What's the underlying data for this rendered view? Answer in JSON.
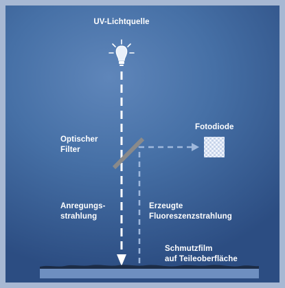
{
  "labels": {
    "light_source": "UV-Lichtquelle",
    "photodiode": "Fotodiode",
    "optical_filter_line1": "Optischer",
    "optical_filter_line2": "Filter",
    "excitation_line1": "Anregungs-",
    "excitation_line2": "strahlung",
    "fluorescence_line1": "Erzeugte",
    "fluorescence_line2": "Fluoreszenzstrahlung",
    "film_line1": "Schmutzfilm",
    "film_line2": "auf Teileoberfläche"
  },
  "icons": {
    "light_source": "light-bulb-icon",
    "photodiode": "photodiode-icon"
  },
  "colors": {
    "frame": "#a7b8d3",
    "background_center": "#5f86ba",
    "background_edge": "#2c4d82",
    "excitation_beam": "#ffffff",
    "fluorescence_beam": "#9fb8dc",
    "filter": "#8a8a8a",
    "surface_plate": "#6e8fc0",
    "dirt_film": "#1c2c46",
    "text": "#ffffff"
  }
}
